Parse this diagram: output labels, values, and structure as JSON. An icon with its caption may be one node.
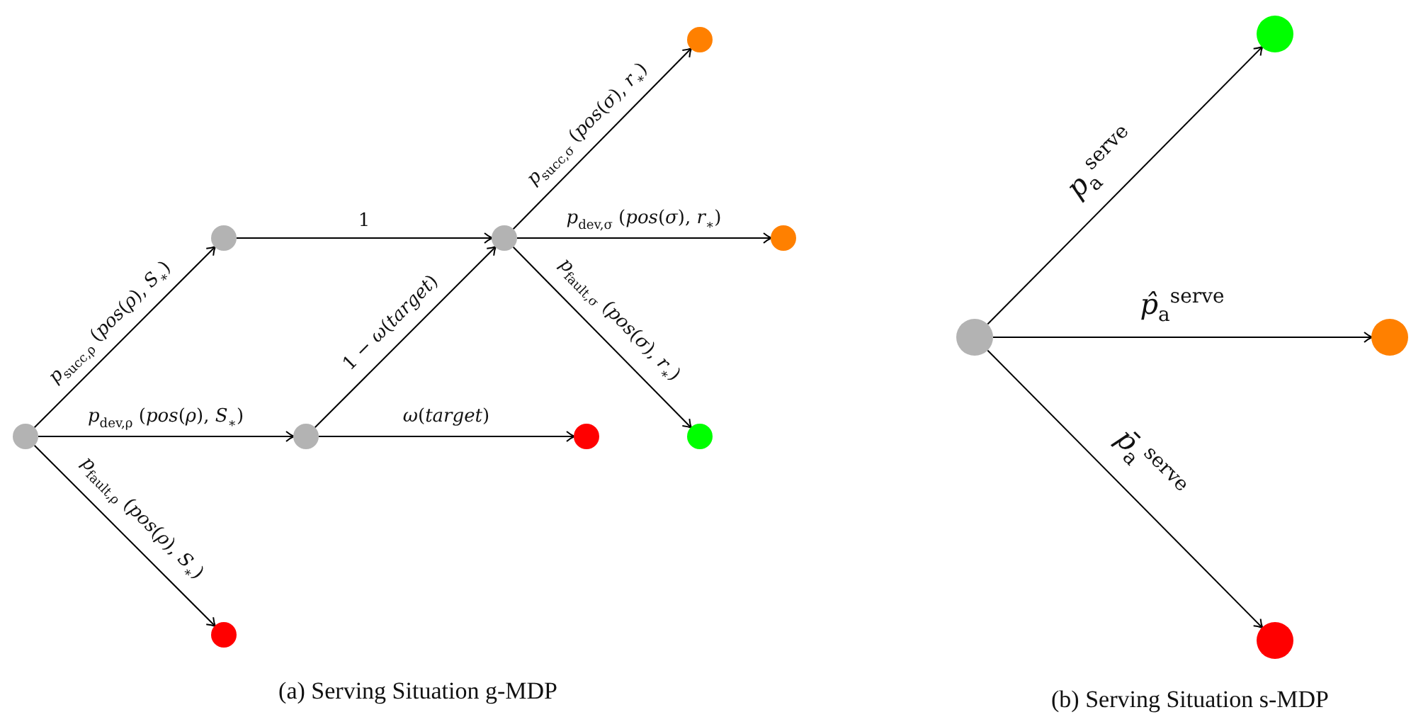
{
  "diagram": {
    "nodes": [
      {
        "text": [],
        "shape": "circle"
      },
      {
        "text": [],
        "shape": "circle"
      },
      {
        "text": [],
        "shape": "circle"
      },
      {
        "text": [],
        "shape": "circle"
      },
      {
        "text": [],
        "shape": "circle"
      },
      {
        "text": [],
        "shape": "circle"
      },
      {
        "text": [],
        "shape": "circle"
      },
      {
        "text": [],
        "shape": "circle"
      },
      {
        "text": [],
        "shape": "circle"
      },
      {
        "text": [],
        "shape": "circle"
      },
      {
        "text": [],
        "shape": "circle"
      },
      {
        "text": [],
        "shape": "circle"
      },
      {
        "text": [],
        "shape": "circle"
      }
    ],
    "edges": [
      {
        "from": 0,
        "to": 1,
        "arrow": "to",
        "label": "*p*$_{succ,ρ}$ (*pos*(*ρ*),  *S*$_{∗}$)"
      },
      {
        "from": 0,
        "to": 2,
        "arrow": "to",
        "label": "*p*$_{dev,ρ}$ (*pos*(*ρ*),  *S*$_{∗}$)"
      },
      {
        "from": 0,
        "to": 4,
        "arrow": "to",
        "label": "*p*$_{fault,ρ}$ (*pos*(*ρ*),  *S*$_{∗}$)"
      },
      {
        "from": 1,
        "to": 3,
        "arrow": "to",
        "label": "1"
      },
      {
        "from": 2,
        "to": 3,
        "arrow": "to",
        "label": "1 − *ω*(*target*)"
      },
      {
        "from": 2,
        "to": 5,
        "arrow": "to",
        "label": "*ω*(*target*)"
      },
      {
        "from": 3,
        "to": 6,
        "arrow": "to",
        "label": "*p*$_{succ,σ}$ (*pos*(*σ*),  *r*$_{∗}$)"
      },
      {
        "from": 3,
        "to": 7,
        "arrow": "to",
        "label": "*p*$_{dev,σ}$ (*pos*(*σ*),  *r*$_{∗}$)"
      },
      {
        "from": 3,
        "to": 8,
        "arrow": "to",
        "label": "*p*$_{fault,σ}$ (*pos*(*σ*),  *r*$_{∗}$)"
      },
      {
        "from": 9,
        "to": 10,
        "arrow": "to",
        "label": "*p*$_{a}$$^{serve}$"
      },
      {
        "from": 9,
        "to": 11,
        "arrow": "to",
        "label": "*p̂*$_{a}$$^{serve}$"
      },
      {
        "from": 9,
        "to": 12,
        "arrow": "to",
        "label": "*p̄*$_{a}$$^{serve}$"
      }
    ],
    "labels": [
      "(a) Serving Situation g-MDP",
      "(b) Serving Situation s-MDP"
    ]
  }
}
